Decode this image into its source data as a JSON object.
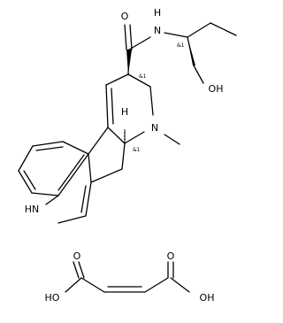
{
  "molecule": {
    "atom_labels": {
      "o_amide": "O",
      "n_amide": "N",
      "h_amide": "H",
      "oh_alcohol": "OH",
      "n_ring": "N",
      "h_ring": "H",
      "nh_indole": "HN",
      "oh_acid_left": "HO",
      "o_acid_left": "O",
      "o_acid_right": "O",
      "oh_acid_right": "OH"
    },
    "stereo_labels": {
      "c8": "&1",
      "c_sidechain": "&1",
      "c5": "&1"
    }
  }
}
